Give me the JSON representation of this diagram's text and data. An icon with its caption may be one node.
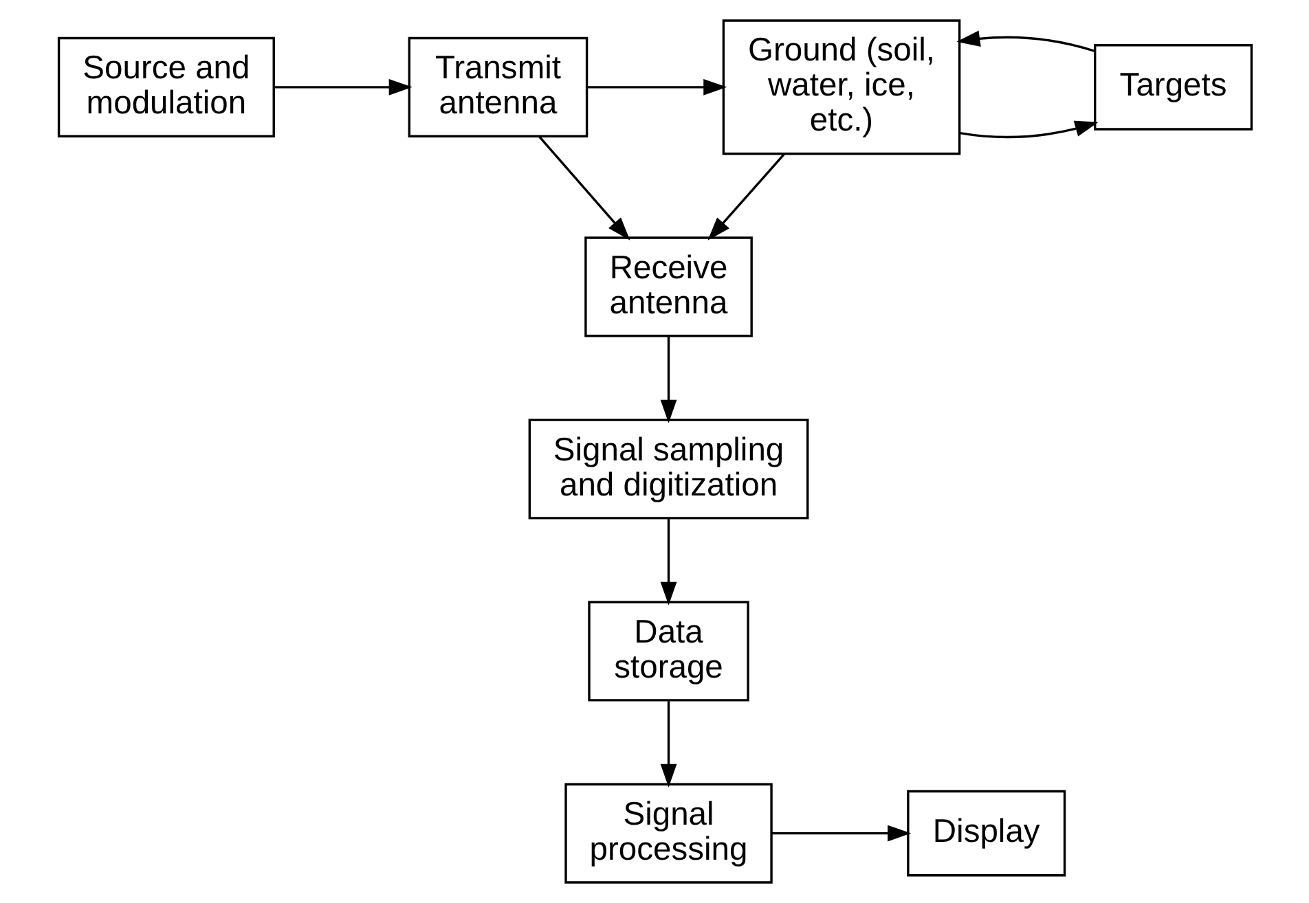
{
  "diagram": {
    "nodes": [
      {
        "text": [
          "Source and modulation"
        ]
      },
      {
        "text": [
          "Transmit antenna"
        ]
      },
      {
        "text": [
          "Ground (soil, water, ice, etc.)"
        ]
      },
      {
        "text": [
          "Targets"
        ]
      },
      {
        "text": [
          "Receive antenna"
        ]
      },
      {
        "text": [
          "Signal sampling and digitization"
        ]
      },
      {
        "text": [
          "Data storage"
        ]
      },
      {
        "text": [
          "Signal processing"
        ]
      },
      {
        "text": [
          "Display"
        ]
      }
    ],
    "edges": [
      {
        "from": 0,
        "to": 1,
        "arrow": "to"
      },
      {
        "from": 1,
        "to": 2,
        "arrow": "to"
      },
      {
        "from": 2,
        "to": 3,
        "arrow": "to"
      },
      {
        "from": 3,
        "to": 2,
        "arrow": "to"
      },
      {
        "from": 2,
        "to": 4,
        "arrow": "to"
      },
      {
        "from": 1,
        "to": 4,
        "arrow": "to"
      },
      {
        "from": 4,
        "to": 5,
        "arrow": "to"
      },
      {
        "from": 5,
        "to": 6,
        "arrow": "to"
      },
      {
        "from": 6,
        "to": 7,
        "arrow": "to"
      },
      {
        "from": 7,
        "to": 8,
        "arrow": "to"
      }
    ]
  }
}
